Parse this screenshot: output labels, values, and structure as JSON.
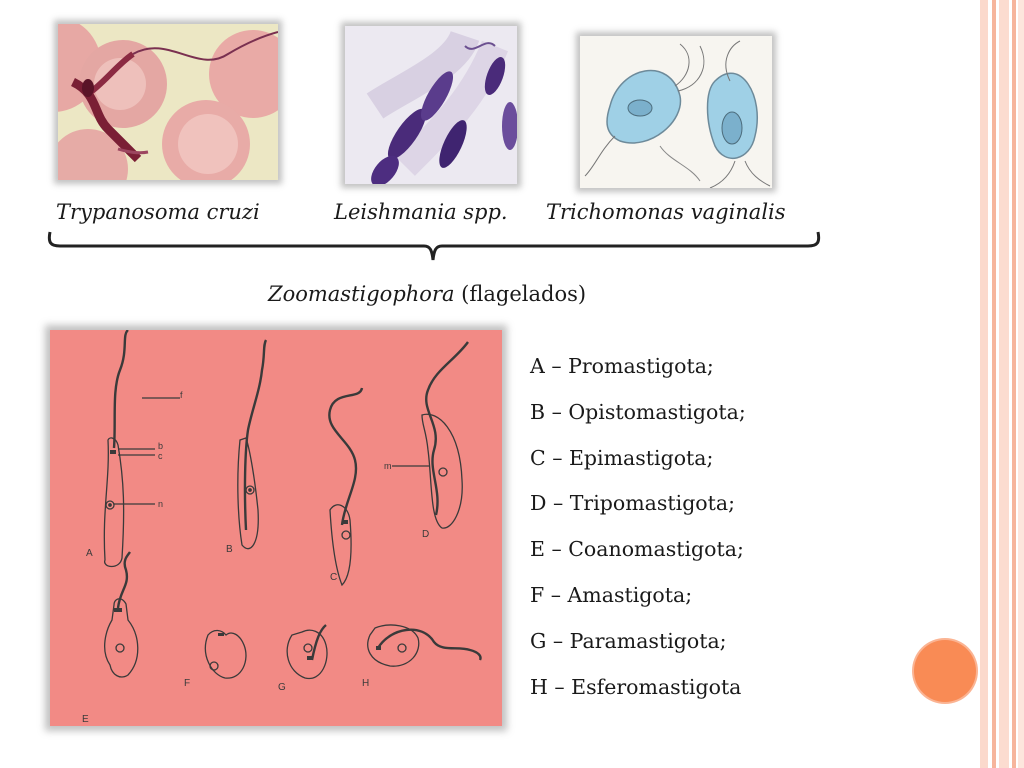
{
  "slide": {
    "photos": [
      {
        "caption": "Trypanosoma cruzi"
      },
      {
        "caption": "Leishmania spp."
      },
      {
        "caption": "Trichomonas vaginalis"
      }
    ],
    "group": {
      "italic": "Zoomastigophora",
      "rest": " (flagelados)"
    },
    "diagram": {
      "label_f": "f",
      "label_b": "b",
      "label_c": "c",
      "label_n": "n",
      "label_m": "m",
      "letters": [
        "A",
        "B",
        "C",
        "D",
        "E",
        "F",
        "G",
        "H"
      ]
    },
    "legend": [
      "A – Promastigota;",
      "B – Opistomastigota;",
      "C – Epimastigota;",
      "D – Tripomastigota;",
      "E – Coanomastigota;",
      "F – Amastigota;",
      "G – Paramastigota;",
      "H – Esferomastigota"
    ],
    "colors": {
      "accent_dot": "#f98b55",
      "diagram_bg": "#f28a85",
      "border": "#f6b59c"
    }
  }
}
